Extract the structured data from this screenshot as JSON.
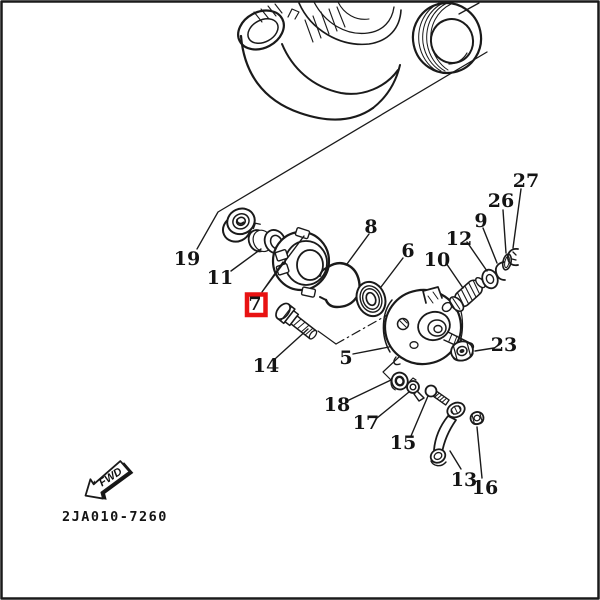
{
  "diagram": {
    "drawing_code": "2JA010-7260",
    "fwd_arrow_label": "FWD",
    "highlight": {
      "part": "7",
      "color": "#e81212"
    },
    "line_color": "#1a1a1a",
    "background": "#ffffff",
    "callouts": [
      {
        "label": "19"
      },
      {
        "label": "11"
      },
      {
        "label": "7"
      },
      {
        "label": "14"
      },
      {
        "label": "8"
      },
      {
        "label": "6"
      },
      {
        "label": "5"
      },
      {
        "label": "10"
      },
      {
        "label": "12"
      },
      {
        "label": "9"
      },
      {
        "label": "26"
      },
      {
        "label": "27"
      },
      {
        "label": "23"
      },
      {
        "label": "18"
      },
      {
        "label": "17"
      },
      {
        "label": "15"
      },
      {
        "label": "13"
      },
      {
        "label": "16"
      }
    ]
  }
}
